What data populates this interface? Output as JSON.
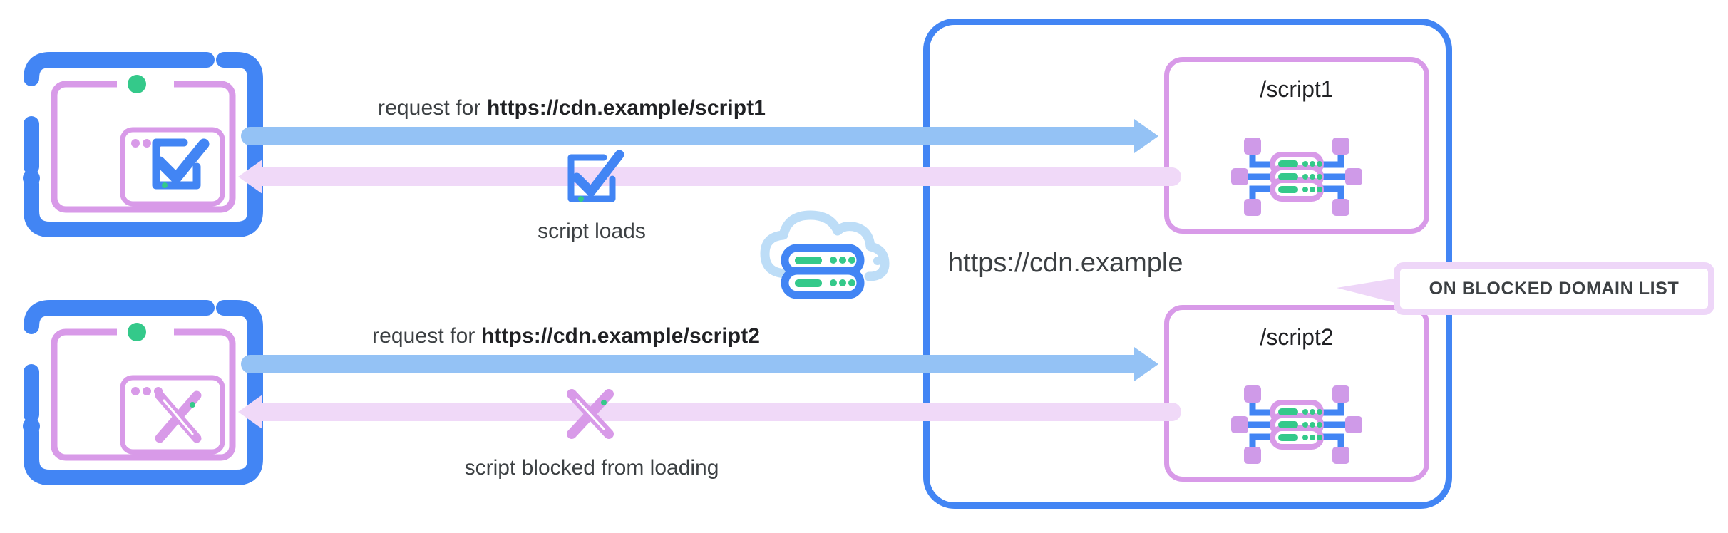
{
  "diagram": {
    "title": "CDN script blocking diagram",
    "colors": {
      "blue": "#4285f4",
      "light_blue": "#94c2f5",
      "purple": "#d89ae8",
      "light_purple": "#f0d9f8",
      "green": "#34c98a",
      "text": "#3c4043"
    },
    "cdn": {
      "label": "https://cdn.example",
      "scripts": [
        {
          "name": "/script1",
          "icon": "server-network-icon"
        },
        {
          "name": "/script2",
          "icon": "server-network-icon"
        }
      ]
    },
    "cloud": {
      "icon": "cloud-server-icon"
    },
    "tooltip": {
      "label": "ON BLOCKED DOMAIN LIST"
    },
    "flows": [
      {
        "id": "script1",
        "client_icon": "laptop-checkmark-icon",
        "request_prefix": "request for ",
        "request_url": "https://cdn.example/script1",
        "result_icon": "checkmark-box-icon",
        "result_caption": "script loads"
      },
      {
        "id": "script2",
        "client_icon": "laptop-cross-icon",
        "request_prefix": "request for ",
        "request_url": "https://cdn.example/script2",
        "result_icon": "cross-icon",
        "result_caption": "script blocked from loading"
      }
    ]
  }
}
